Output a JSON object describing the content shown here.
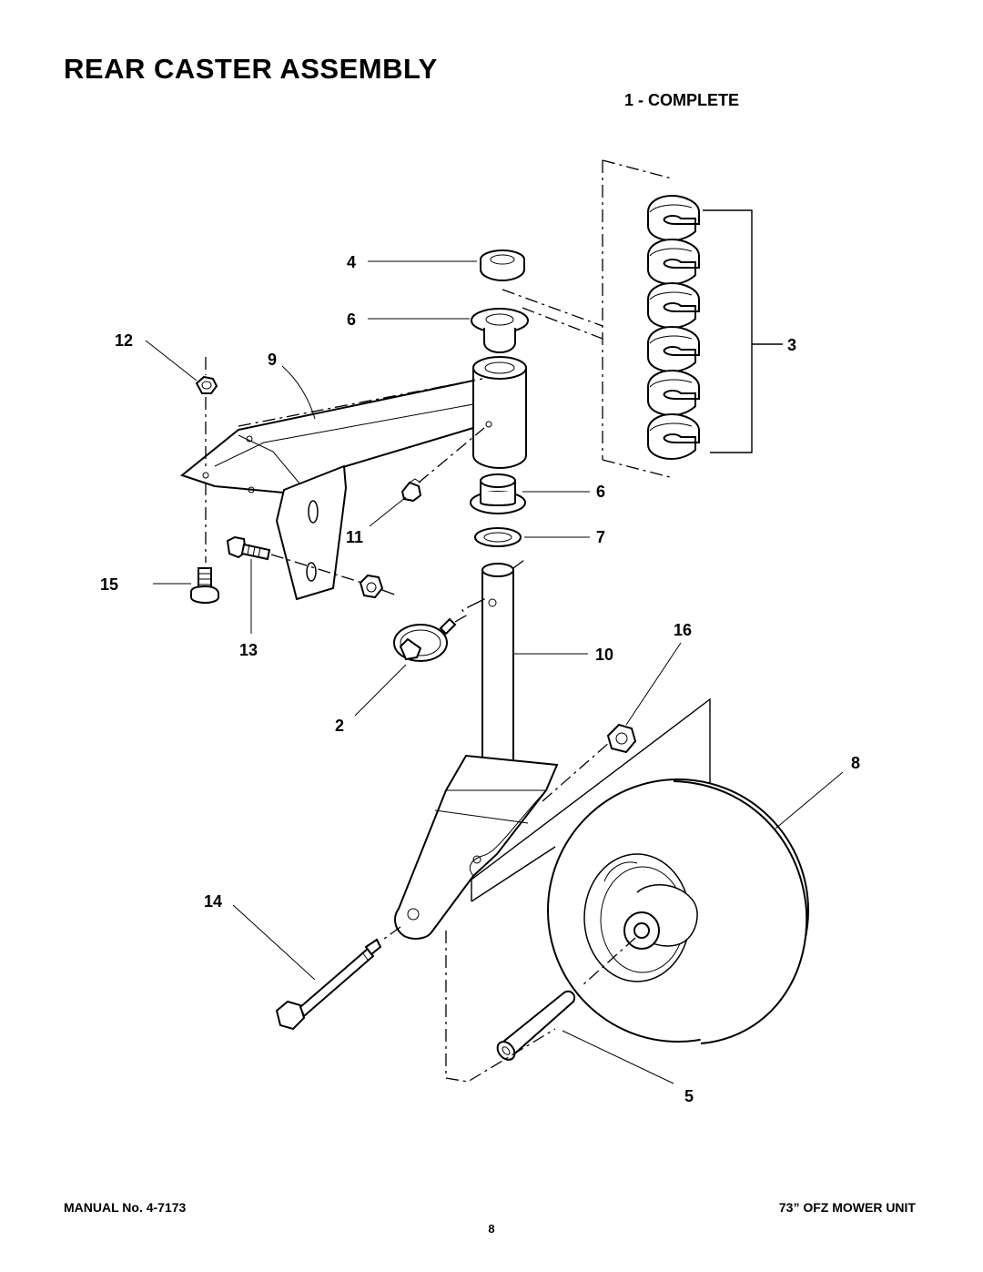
{
  "page": {
    "title": "REAR CASTER ASSEMBLY",
    "subtitle": "1 - COMPLETE",
    "footer_left": "MANUAL No. 4-7173",
    "footer_right": "73” OFZ MOWER UNIT",
    "page_number": "8"
  },
  "callouts": {
    "c2": "2",
    "c3": "3",
    "c4": "4",
    "c5": "5",
    "c6_top": "6",
    "c6_bottom": "6",
    "c7": "7",
    "c8": "8",
    "c9": "9",
    "c10": "10",
    "c11": "11",
    "c12": "12",
    "c13": "13",
    "c14": "14",
    "c15": "15",
    "c16": "16"
  }
}
